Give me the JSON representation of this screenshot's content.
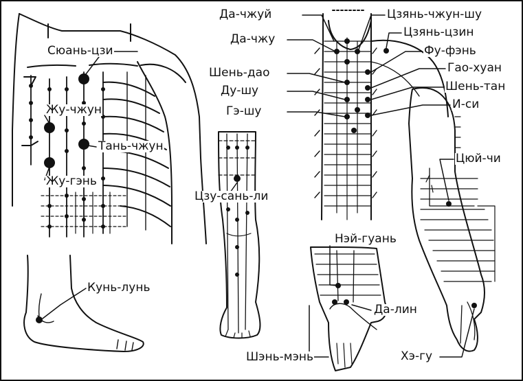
{
  "labels": {
    "da_chzhuy": "Да-чжуй",
    "da_chzhu": "Да-чжу",
    "shen_dao": "Шень-дао",
    "du_shu": "Ду-шу",
    "ge_shu": "Гэ-шу",
    "tszyan_chzhun_shu": "Цзянь-чжун-шу",
    "tszyan_tszin": "Цзянь-цзин",
    "fu_fen": "Фу-фэнь",
    "gao_huan": "Гао-хуан",
    "shen_tan": "Шень-тан",
    "i_si": "И-си",
    "tsyuy_chi": "Цюй-чи",
    "syuan_tszi": "Сюань-цзи",
    "zhu_chzhun": "Жу-чжун",
    "tan_chzhun": "Тань-чжун",
    "zhu_gen": "Жу-гэнь",
    "tszu_san_li": "Цзу-сань-ли",
    "kun_lun": "Кунь-лунь",
    "ney_guan": "Нэй-гуань",
    "da_lin": "Да-лин",
    "shen_men": "Шэнь-мэнь",
    "he_gu": "Хэ-гу"
  },
  "colors": {
    "ink": "#111111",
    "background": "#ffffff"
  }
}
